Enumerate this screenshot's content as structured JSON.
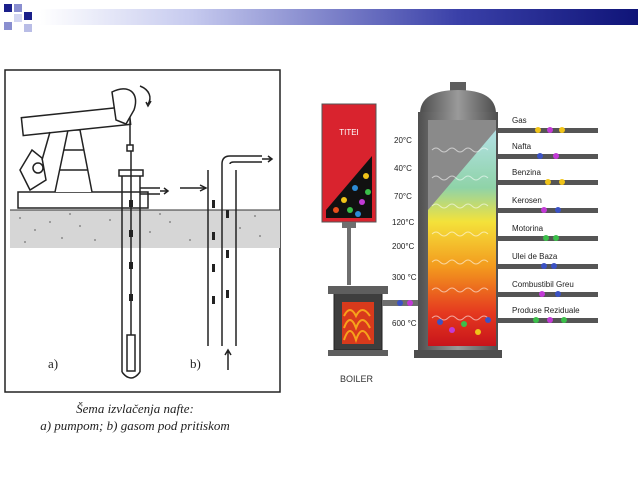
{
  "left_figure": {
    "label_a": "a)",
    "label_b": "b)",
    "caption_line1": "Šema izvlačenja nafte:",
    "caption_line2": "a) pumpom; b) gasom pod pritiskom"
  },
  "right_figure": {
    "tank_label": "TITEI",
    "boiler_label": "BOILER",
    "temperatures": [
      "20°C",
      "40°C",
      "70°C",
      "120°C",
      "200°C",
      "300 °C",
      "600 °C"
    ],
    "products": [
      "Gas",
      "Nafta",
      "Benzina",
      "Kerosen",
      "Motorina",
      "Ulei de Baza",
      "Combustibil Greu",
      "Produse Reziduale"
    ]
  },
  "colors": {
    "topbar_dark": "#1a1f8a",
    "topbar_light": "#b9bde6",
    "column_grey": "#6f6f6f",
    "tank_red": "#d9232e"
  }
}
